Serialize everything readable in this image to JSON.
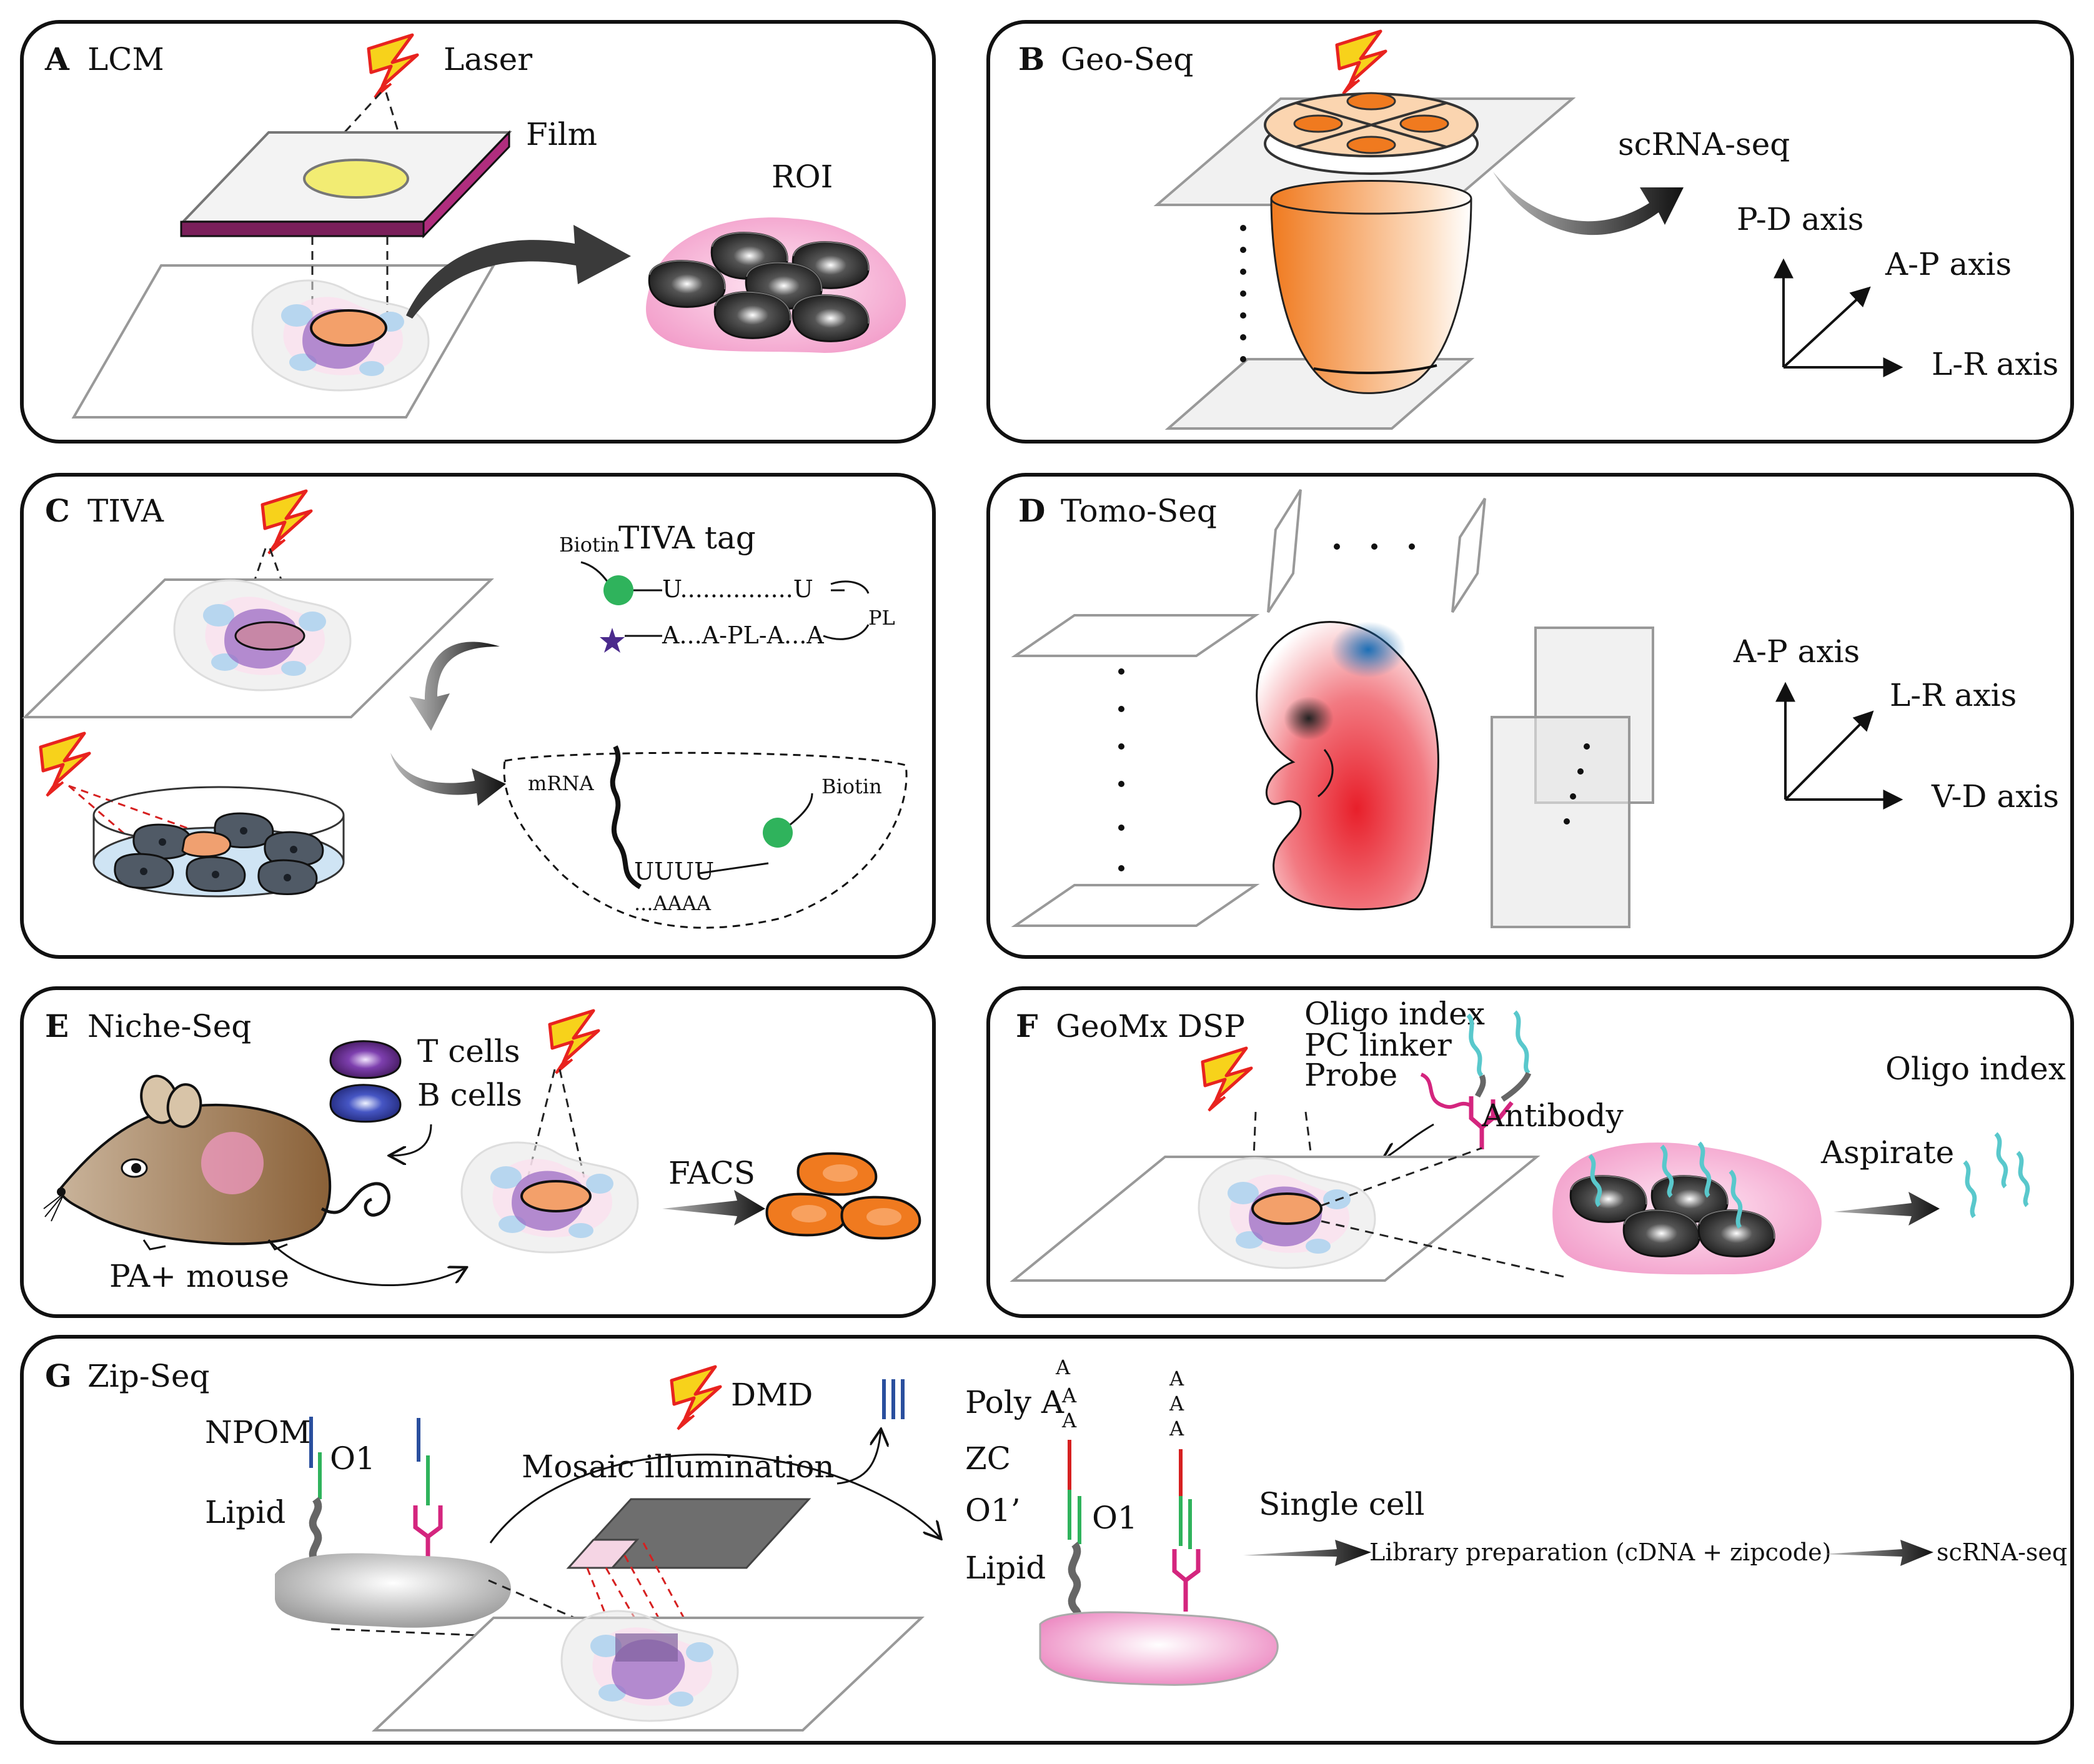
{
  "panels": {
    "a": {
      "letter": "A",
      "title": "LCM",
      "laser": "Laser",
      "film": "Film",
      "roi": "ROI"
    },
    "b": {
      "letter": "B",
      "title": "Geo-Seq",
      "scrna": "scRNA-seq",
      "axis_y": "P-D axis",
      "axis_diag": "A-P axis",
      "axis_x": "L-R axis"
    },
    "c": {
      "letter": "C",
      "title": "TIVA",
      "tag_title": "TIVA tag",
      "biotin": "Biotin",
      "strand_top": "U...............U",
      "strand_bottom": "A...A-PL-A...A",
      "pl": "PL",
      "mrna": "mRNA",
      "uuuu": "UUUU",
      "aaaa": "...AAAA",
      "biotin2": "Biotin"
    },
    "d": {
      "letter": "D",
      "title": "Tomo-Seq",
      "axis_y": "A-P axis",
      "axis_diag": "L-R axis",
      "axis_x": "V-D axis"
    },
    "e": {
      "letter": "E",
      "title": "Niche-Seq",
      "t_cells": "T cells",
      "b_cells": "B cells",
      "mouse": "PA+ mouse",
      "facs": "FACS"
    },
    "f": {
      "letter": "F",
      "title": "GeoMx DSP",
      "oligo_index": "Oligo index",
      "pc_linker": "PC linker",
      "probe": "Probe",
      "antibody": "Antibody",
      "oligo_index2": "Oligo index",
      "aspirate": "Aspirate"
    },
    "g": {
      "letter": "G",
      "title": "Zip-Seq",
      "npom": "NPOM",
      "o1": "O1",
      "lipid": "Lipid",
      "dmd": "DMD",
      "mosaic": "Mosaic illumination",
      "poly_a": "Poly A",
      "a": "A",
      "zc": "ZC",
      "o1_prime": "O1’",
      "o1_right": "O1",
      "lipid2": "Lipid",
      "single_cell": "Single cell",
      "library": "Library preparation (cDNA + zipcode)",
      "scrna": "scRNA-seq"
    }
  },
  "colors": {
    "cell_pink": "#f2a6cf",
    "cell_orange": "#f08a3a",
    "purple": "#9b6cc4",
    "light_blue": "#b7d6ef",
    "dark_cell": "#3a3a3a",
    "film_stripe": "#7a1f5a",
    "laser_red": "#e8231f",
    "laser_yellow": "#f7d21b",
    "green": "#2fb35c",
    "teal": "#59c8cc",
    "magenta": "#d4257e",
    "blue": "#2a4f9e"
  }
}
